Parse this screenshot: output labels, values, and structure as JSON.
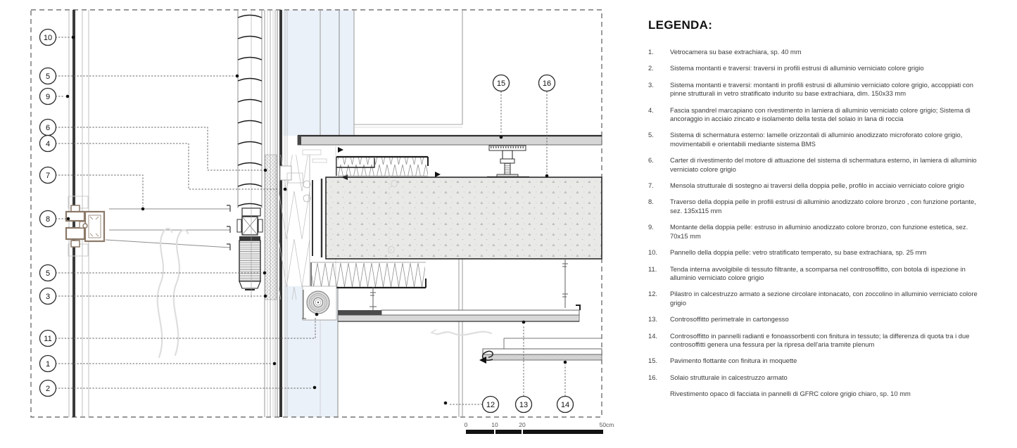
{
  "drawing": {
    "callouts": [
      {
        "label": "10"
      },
      {
        "label": "5"
      },
      {
        "label": "9"
      },
      {
        "label": "6"
      },
      {
        "label": "4"
      },
      {
        "label": "7"
      },
      {
        "label": "8"
      },
      {
        "label": "5"
      },
      {
        "label": "3"
      },
      {
        "label": "11"
      },
      {
        "label": "1"
      },
      {
        "label": "2"
      },
      {
        "label": "15"
      },
      {
        "label": "16"
      },
      {
        "label": "12"
      },
      {
        "label": "13"
      },
      {
        "label": "14"
      }
    ],
    "scalebar": {
      "labels": [
        "0",
        "10",
        "20",
        "50cm"
      ]
    },
    "colors": {
      "bronze": "#8a7868",
      "glass_tint": "#eaf1f8",
      "concrete_fill": "#e9e9e7",
      "line_dark": "#222222",
      "floor_gray": "#d6d6d6"
    }
  },
  "legend": {
    "title": "LEGENDA:",
    "items": [
      {
        "n": "1.",
        "text": "Vetrocamera su base extrachiara, sp. 40 mm"
      },
      {
        "n": "2.",
        "text": "Sistema montanti e traversi: traversi in profili estrusi di alluminio verniciato colore grigio"
      },
      {
        "n": "3.",
        "text": "Sistema montanti e traversi: montanti in profili estrusi di alluminio verniciato colore grigio, accoppiati con pinne strutturali in vetro stratificato indurito su base extrachiara, dim. 150x33 mm"
      },
      {
        "n": "4.",
        "text": "Fascia spandrel marcapiano con rivestimento in lamiera di alluminio verniciato colore grigio; Sistema di ancoraggio in acciaio zincato e isolamento della testa del solaio in lana di roccia"
      },
      {
        "n": "5.",
        "text": "Sistema di schermatura esterno: lamelle orizzontali di alluminio anodizzato microforato colore grigio, movimentabili e orientabili mediante sistema BMS"
      },
      {
        "n": "6.",
        "text": "Carter di rivestimento del motore di attuazione del sistema di schermatura esterno, in lamiera di alluminio verniciato colore grigio"
      },
      {
        "n": "7.",
        "text": "Mensola strutturale di sostegno ai traversi della doppia pelle, profilo in acciaio verniciato colore grigio"
      },
      {
        "n": "8.",
        "text": "Traverso della doppia pelle in profili estrusi di alluminio anodizzato colore bronzo , con funzione portante, sez. 135x115 mm"
      },
      {
        "n": "9.",
        "text": "Montante della doppia pelle: estruso in alluminio anodizzato colore bronzo, con funzione estetica, sez. 70x15 mm"
      },
      {
        "n": "10.",
        "text": "Pannello della doppia pelle: vetro stratificato temperato, su base extrachiara, sp. 25 mm"
      },
      {
        "n": "11.",
        "text": "Tenda interna avvolgibile di tessuto filtrante, a scomparsa nel controsoffitto, con botola di ispezione in alluminio verniciato colore grigio"
      },
      {
        "n": "12.",
        "text": "Pilastro in calcestruzzo armato a sezione circolare intonacato, con zoccolino in alluminio verniciato colore grigio"
      },
      {
        "n": "13.",
        "text": "Controsoffitto perimetrale in cartongesso"
      },
      {
        "n": "14.",
        "text": "Controsoffitto in pannelli radianti e fonoassorbenti con finitura in tessuto; la differenza di quota tra i due controsoffitti genera una fessura per la ripresa dell'aria tramite plenum"
      },
      {
        "n": "15.",
        "text": "Pavimento flottante con finitura in moquette"
      },
      {
        "n": "16.",
        "text": "Solaio strutturale in calcestruzzo armato"
      },
      {
        "n": "",
        "text": "Rivestimento opaco di facciata in pannelli di GFRC colore grigio chiaro, sp. 10 mm"
      }
    ]
  }
}
